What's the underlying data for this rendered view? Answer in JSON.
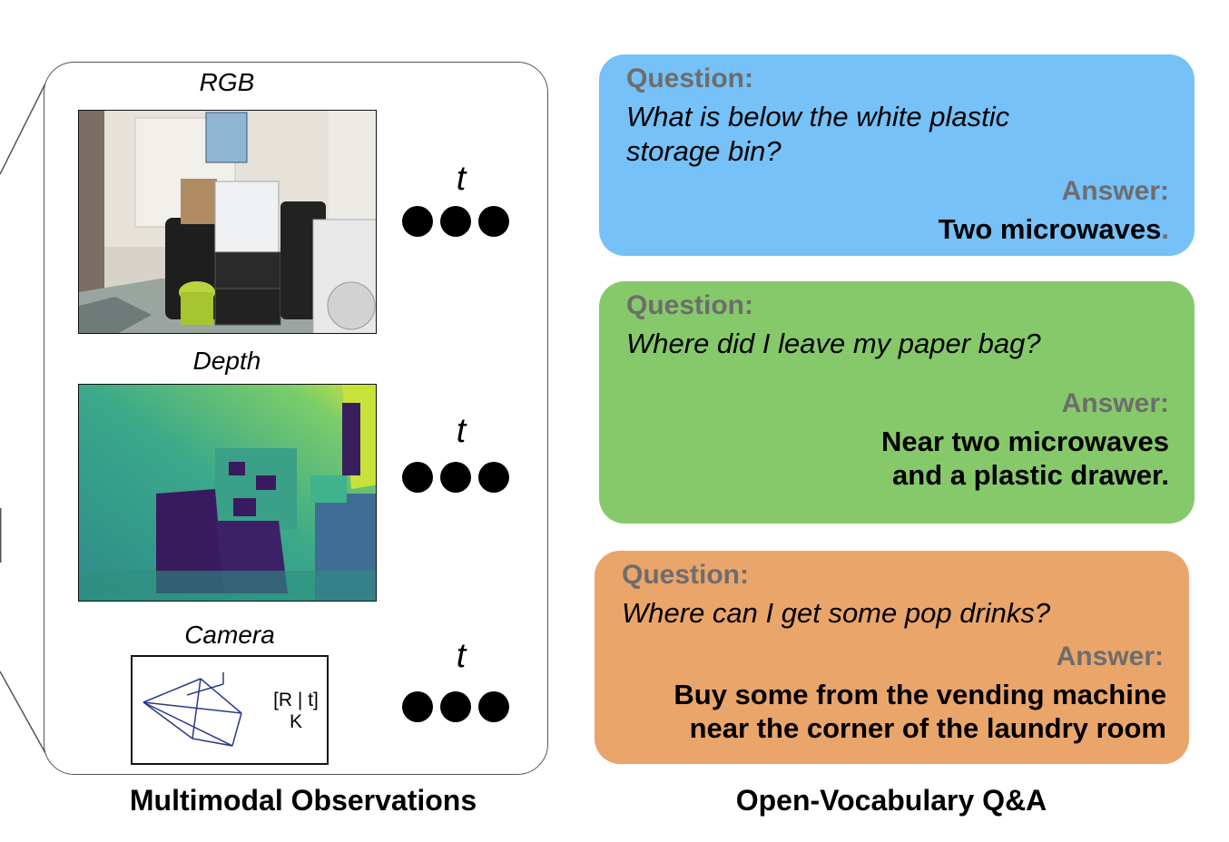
{
  "observations": {
    "title": "Multimodal Observations",
    "rgb_label": "RGB",
    "depth_label": "Depth",
    "camera_label": "Camera",
    "camera_pose": "[R | t]",
    "camera_intrinsics": "K",
    "time_symbol": "t"
  },
  "qa": {
    "title": "Open-Vocabulary Q&A",
    "question_label": "Question",
    "answer_label": "Answer",
    "colon": ":",
    "cards": [
      {
        "question": "What is below the white plastic storage bin?",
        "answer": "Two microwaves",
        "answer_end": ".",
        "color": "#75c1f8"
      },
      {
        "question": "Where did I leave my paper bag?",
        "answer": "Near two microwaves and a plastic drawer.",
        "answer_end": "",
        "color": "#86c96a"
      },
      {
        "question": "Where can I get some pop drinks?",
        "answer": "Buy some from the vending machine near the corner of the laundry room",
        "answer_end": "",
        "color": "#eaa56a"
      }
    ]
  }
}
